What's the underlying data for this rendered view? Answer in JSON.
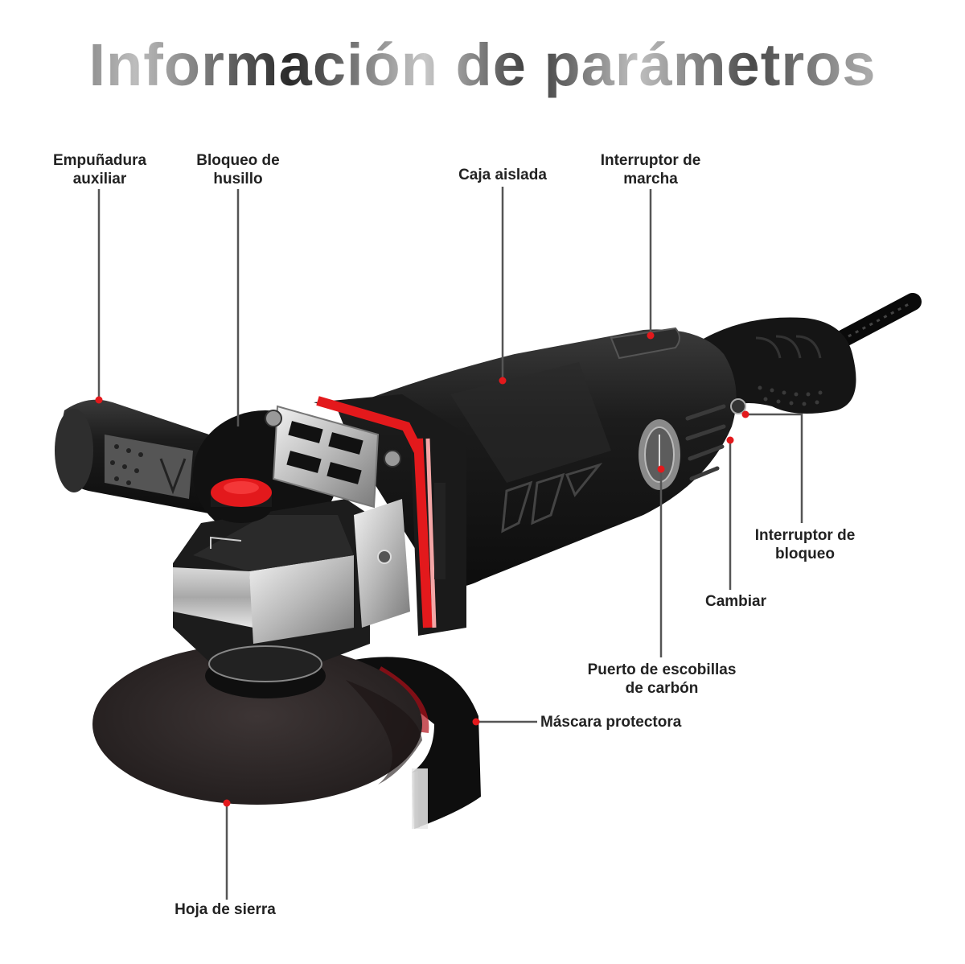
{
  "title": "Información de parámetros",
  "product": "angle-grinder",
  "accent_color": "#e3191c",
  "callouts": {
    "auxiliary_handle": {
      "line1": "Empuñadura",
      "line2": "auxiliar"
    },
    "spindle_lock": {
      "line1": "Bloqueo de",
      "line2": "husillo"
    },
    "insulated_housing": {
      "line1": "Caja aislada"
    },
    "run_switch": {
      "line1": "Interruptor de",
      "line2": "marcha"
    },
    "lock_switch": {
      "line1": "Interruptor de",
      "line2": "bloqueo"
    },
    "change": {
      "line1": "Cambiar"
    },
    "carbon_brush_port": {
      "line1": "Puerto de escobillas",
      "line2": "de carbón"
    },
    "guard": {
      "line1": "Máscara protectora"
    },
    "blade": {
      "line1": "Hoja de sierra"
    }
  }
}
